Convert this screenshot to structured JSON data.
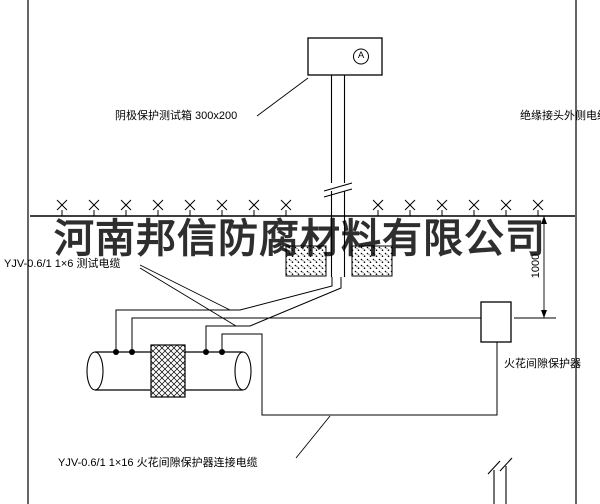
{
  "watermark": "河南邦信防腐材料有限公司",
  "labels": {
    "test_box": "阴极保护测试箱 300x200",
    "outer_cable": "绝缘接头外侧电缆",
    "test_cable": "YJV-0.6/1 1×6  测试电缆",
    "spark_gap": "火花间隙保护器",
    "spark_cable": "YJV-0.6/1 1×16  火花间隙保护器连接电缆",
    "dim_depth": "1000",
    "meter_letter": "A"
  },
  "colors": {
    "line": "#000000",
    "background": "#ffffff",
    "watermark": "rgba(0,0,0,0.82)"
  }
}
